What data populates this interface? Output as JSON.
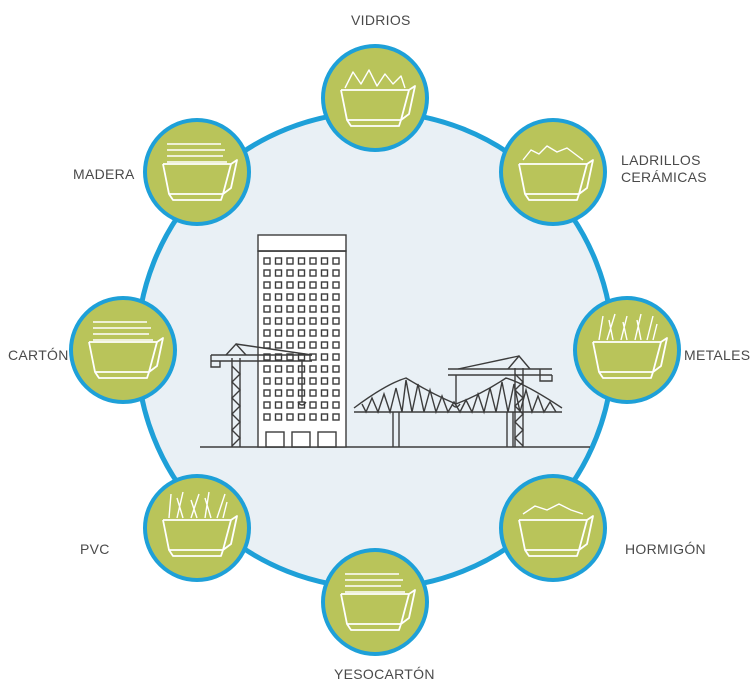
{
  "colors": {
    "ring": "#1ea0d8",
    "inner_fill": "#e9f0f5",
    "node_fill": "#b9c45a",
    "node_stroke": "#1ea0d8",
    "bin_line": "#ffffff",
    "building_line": "#3c3c3c",
    "label": "#4a4a4a"
  },
  "center_illustration": {
    "icon": "construction-site-icon",
    "elements": [
      "tower-building",
      "left-crane",
      "truss-bridge",
      "right-crane"
    ]
  },
  "materials": [
    {
      "id": "vidrios",
      "label_line1": "VIDRIOS",
      "label_line2": "",
      "icon": "glass-bin-icon"
    },
    {
      "id": "ladrillos",
      "label_line1": "LADRILLOS",
      "label_line2": "CERÁMICAS",
      "icon": "bricks-bin-icon"
    },
    {
      "id": "metales",
      "label_line1": "METALES",
      "label_line2": "",
      "icon": "metal-bin-icon"
    },
    {
      "id": "hormigon",
      "label_line1": "HORMIGÓN",
      "label_line2": "",
      "icon": "concrete-bin-icon"
    },
    {
      "id": "yesocarton",
      "label_line1": "YESOCARTÓN",
      "label_line2": "",
      "icon": "plasterboard-bin-icon"
    },
    {
      "id": "pvc",
      "label_line1": "PVC",
      "label_line2": "",
      "icon": "pvc-bin-icon"
    },
    {
      "id": "carton",
      "label_line1": "CARTÓN",
      "label_line2": "",
      "icon": "cardboard-bin-icon"
    },
    {
      "id": "madera",
      "label_line1": "MADERA",
      "label_line2": "",
      "icon": "wood-bin-icon"
    }
  ]
}
